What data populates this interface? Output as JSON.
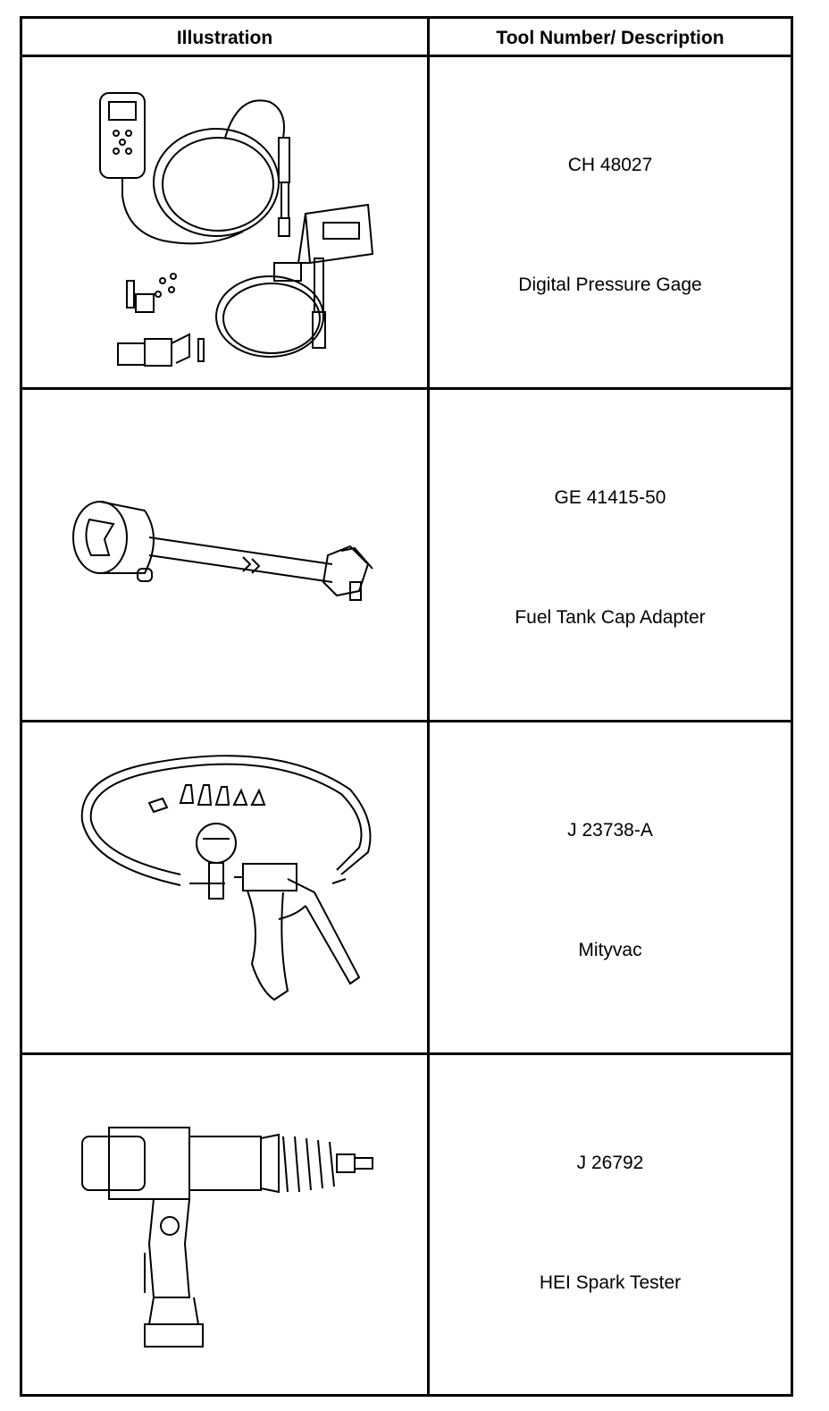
{
  "header": {
    "col_illustration": "Illustration",
    "col_tool": "Tool Number/ Description"
  },
  "rows": [
    {
      "number": "CH 48027",
      "description": "Digital Pressure Gage",
      "icon": "digital-pressure-gage-icon"
    },
    {
      "number": "GE 41415-50",
      "description": "Fuel Tank Cap Adapter",
      "icon": "fuel-tank-cap-adapter-icon"
    },
    {
      "number": "J 23738-A",
      "description": "Mityvac",
      "icon": "mityvac-icon"
    },
    {
      "number": "J 26792",
      "description": "HEI Spark Tester",
      "icon": "hei-spark-tester-icon"
    }
  ]
}
